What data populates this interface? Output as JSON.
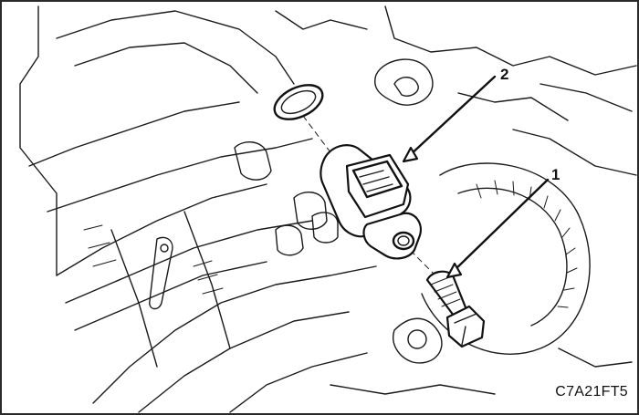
{
  "callouts": [
    {
      "id": "1",
      "label": "1"
    },
    {
      "id": "2",
      "label": "2"
    }
  ],
  "figure_code": "C7A21FT5",
  "colors": {
    "line": "#1a1a1a",
    "background": "#ffffff",
    "border": "#2a2a2a"
  }
}
